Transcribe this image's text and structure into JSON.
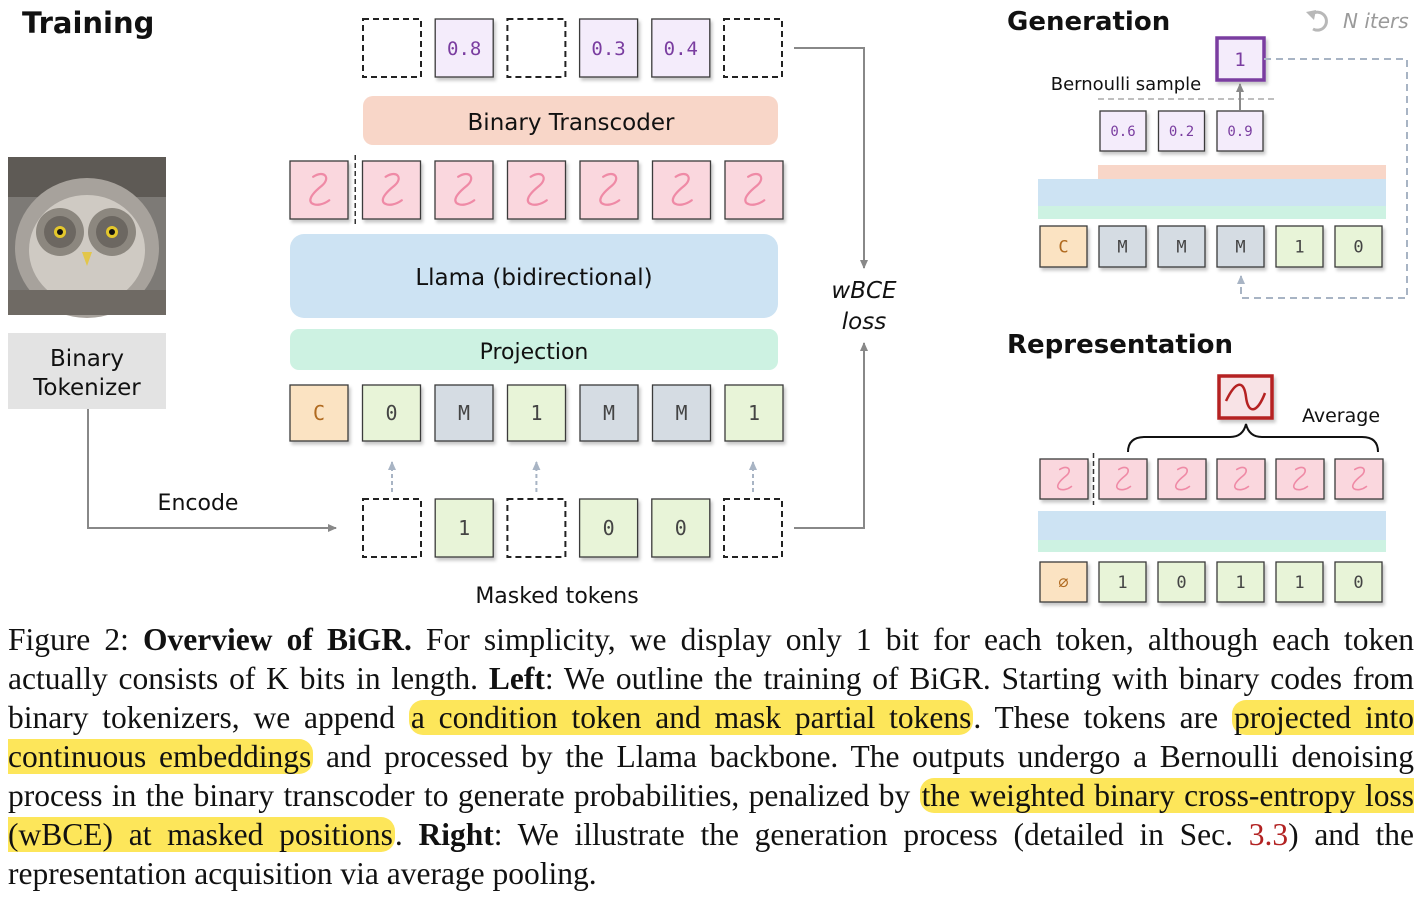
{
  "training": {
    "title": "Training",
    "tokenizer_label_line1": "Binary",
    "tokenizer_label_line2": "Tokenizer",
    "encode_label": "Encode",
    "output_probs": [
      "",
      "0.8",
      "",
      "0.3",
      "0.4",
      ""
    ],
    "transcoder_label": "Binary Transcoder",
    "llama_label": "Llama (bidirectional)",
    "projection_label": "Projection",
    "input_tokens": [
      "C",
      "0",
      "M",
      "1",
      "M",
      "M",
      "1"
    ],
    "masked_tokens": [
      "",
      "1",
      "",
      "0",
      "0",
      ""
    ],
    "masked_tokens_label": "Masked tokens",
    "loss_label_line1": "wBCE",
    "loss_label_line2": "loss"
  },
  "generation": {
    "title": "Generation",
    "iters_label": "N iters",
    "sample_value": "1",
    "bernoulli_label": "Bernoulli sample",
    "probs": [
      "0.6",
      "0.2",
      "0.9"
    ],
    "tokens": [
      "C",
      "M",
      "M",
      "M",
      "1",
      "0"
    ]
  },
  "representation": {
    "title": "Representation",
    "average_label": "Average",
    "tokens": [
      "∅",
      "1",
      "0",
      "1",
      "1",
      "0"
    ]
  },
  "caption": {
    "fig_label": "Figure 2: ",
    "title": "Overview of BiGR.",
    "t1": " For simplicity, we display only 1 bit for each token, although each token actually consists of K bits in length. ",
    "left_label": "Left",
    "t2": ":  We outline the training of BiGR. Starting with binary codes from binary tokenizers, we append ",
    "hl1": "a condition token and mask partial tokens",
    "t3": ".  These tokens are ",
    "hl2": "projected into continuous embeddings",
    "t4": " and processed by the Llama backbone. The outputs undergo a Bernoulli denoising process in the binary transcoder to generate probabilities, penalized by ",
    "hl3": "the weighted binary cross-entropy loss (wBCE) at masked positions",
    "t5": ".  ",
    "right_label": "Right",
    "t6": ":  We illustrate the generation process (detailed in Sec. ",
    "ref": "3.3",
    "t7": ") and the representation acquisition via average pooling."
  },
  "colors": {
    "condition_token": "#fbe3c2",
    "bit_token": "#e8f4d8",
    "mask_token": "#d5dce3",
    "prob_token": "#f4ecfb",
    "transcoder": "#f8d6c8",
    "llama": "#cde3f3",
    "projection": "#cdf2e2",
    "embedding_token": "#fad7de",
    "sample_border": "#7a3da0",
    "avg_border": "#b52222"
  }
}
